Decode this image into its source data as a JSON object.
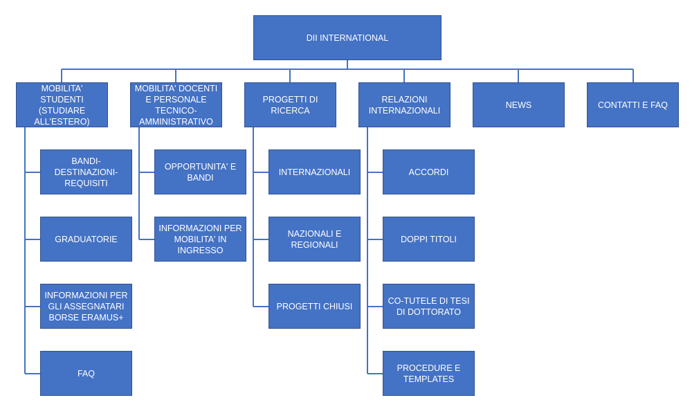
{
  "root": {
    "label": "DII INTERNATIONAL"
  },
  "categories": [
    {
      "label": "MOBILITA' STUDENTI (STUDIARE ALL'ESTERO)",
      "children": [
        "BANDI-DESTINAZIONI-REQUISITI",
        "GRADUATORIE",
        "INFORMAZIONI PER GLI ASSEGNATARI  BORSE ERAMUS+",
        "FAQ"
      ]
    },
    {
      "label": "MOBILITA' DOCENTI E PERSONALE TECNICO-AMMINISTRATIVO",
      "children": [
        "OPPORTUNITA' E BANDI",
        "INFORMAZIONI PER MOBILITA' IN INGRESSO"
      ]
    },
    {
      "label": "PROGETTI DI RICERCA",
      "children": [
        "INTERNAZIONALI",
        "NAZIONALI E REGIONALI",
        "PROGETTI CHIUSI"
      ]
    },
    {
      "label": "RELAZIONI INTERNAZIONALI",
      "children": [
        "ACCORDI",
        "DOPPI TITOLI",
        "CO-TUTELE DI TESI DI DOTTORATO",
        "PROCEDURE E TEMPLATES"
      ]
    },
    {
      "label": "NEWS",
      "children": []
    },
    {
      "label": "CONTATTI E FAQ",
      "children": []
    }
  ],
  "colors": {
    "box_fill": "#4472C4",
    "box_border": "#2F528F",
    "connector": "#4472C4",
    "text": "#ffffff"
  }
}
